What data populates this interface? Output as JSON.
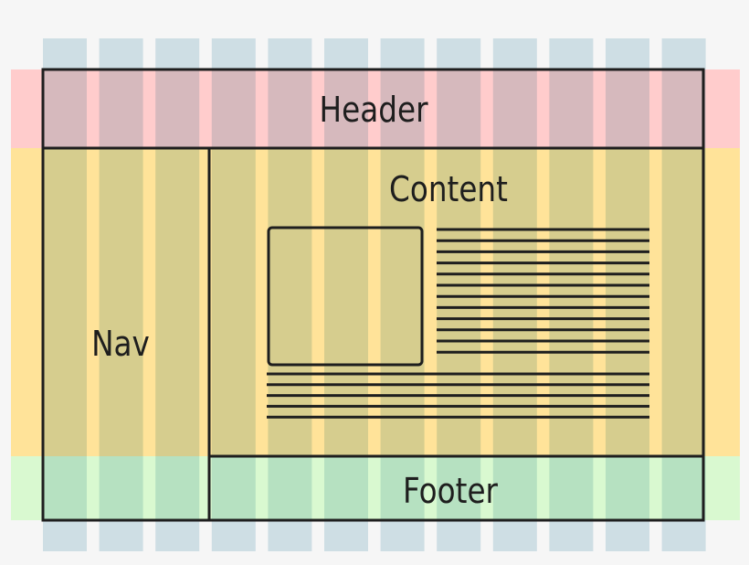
{
  "regions": {
    "header": {
      "label": "Header"
    },
    "nav": {
      "label": "Nav"
    },
    "content": {
      "label": "Content"
    },
    "footer": {
      "label": "Footer"
    }
  },
  "grid": {
    "columns": 12
  },
  "colors": {
    "page_background": "#f6f6f6",
    "column": "#cfe3ea",
    "header_band": "#ffcccc",
    "content_band": "#ffe399",
    "footer_band": "#d9f9d0",
    "outline": "#1e1e1e"
  }
}
